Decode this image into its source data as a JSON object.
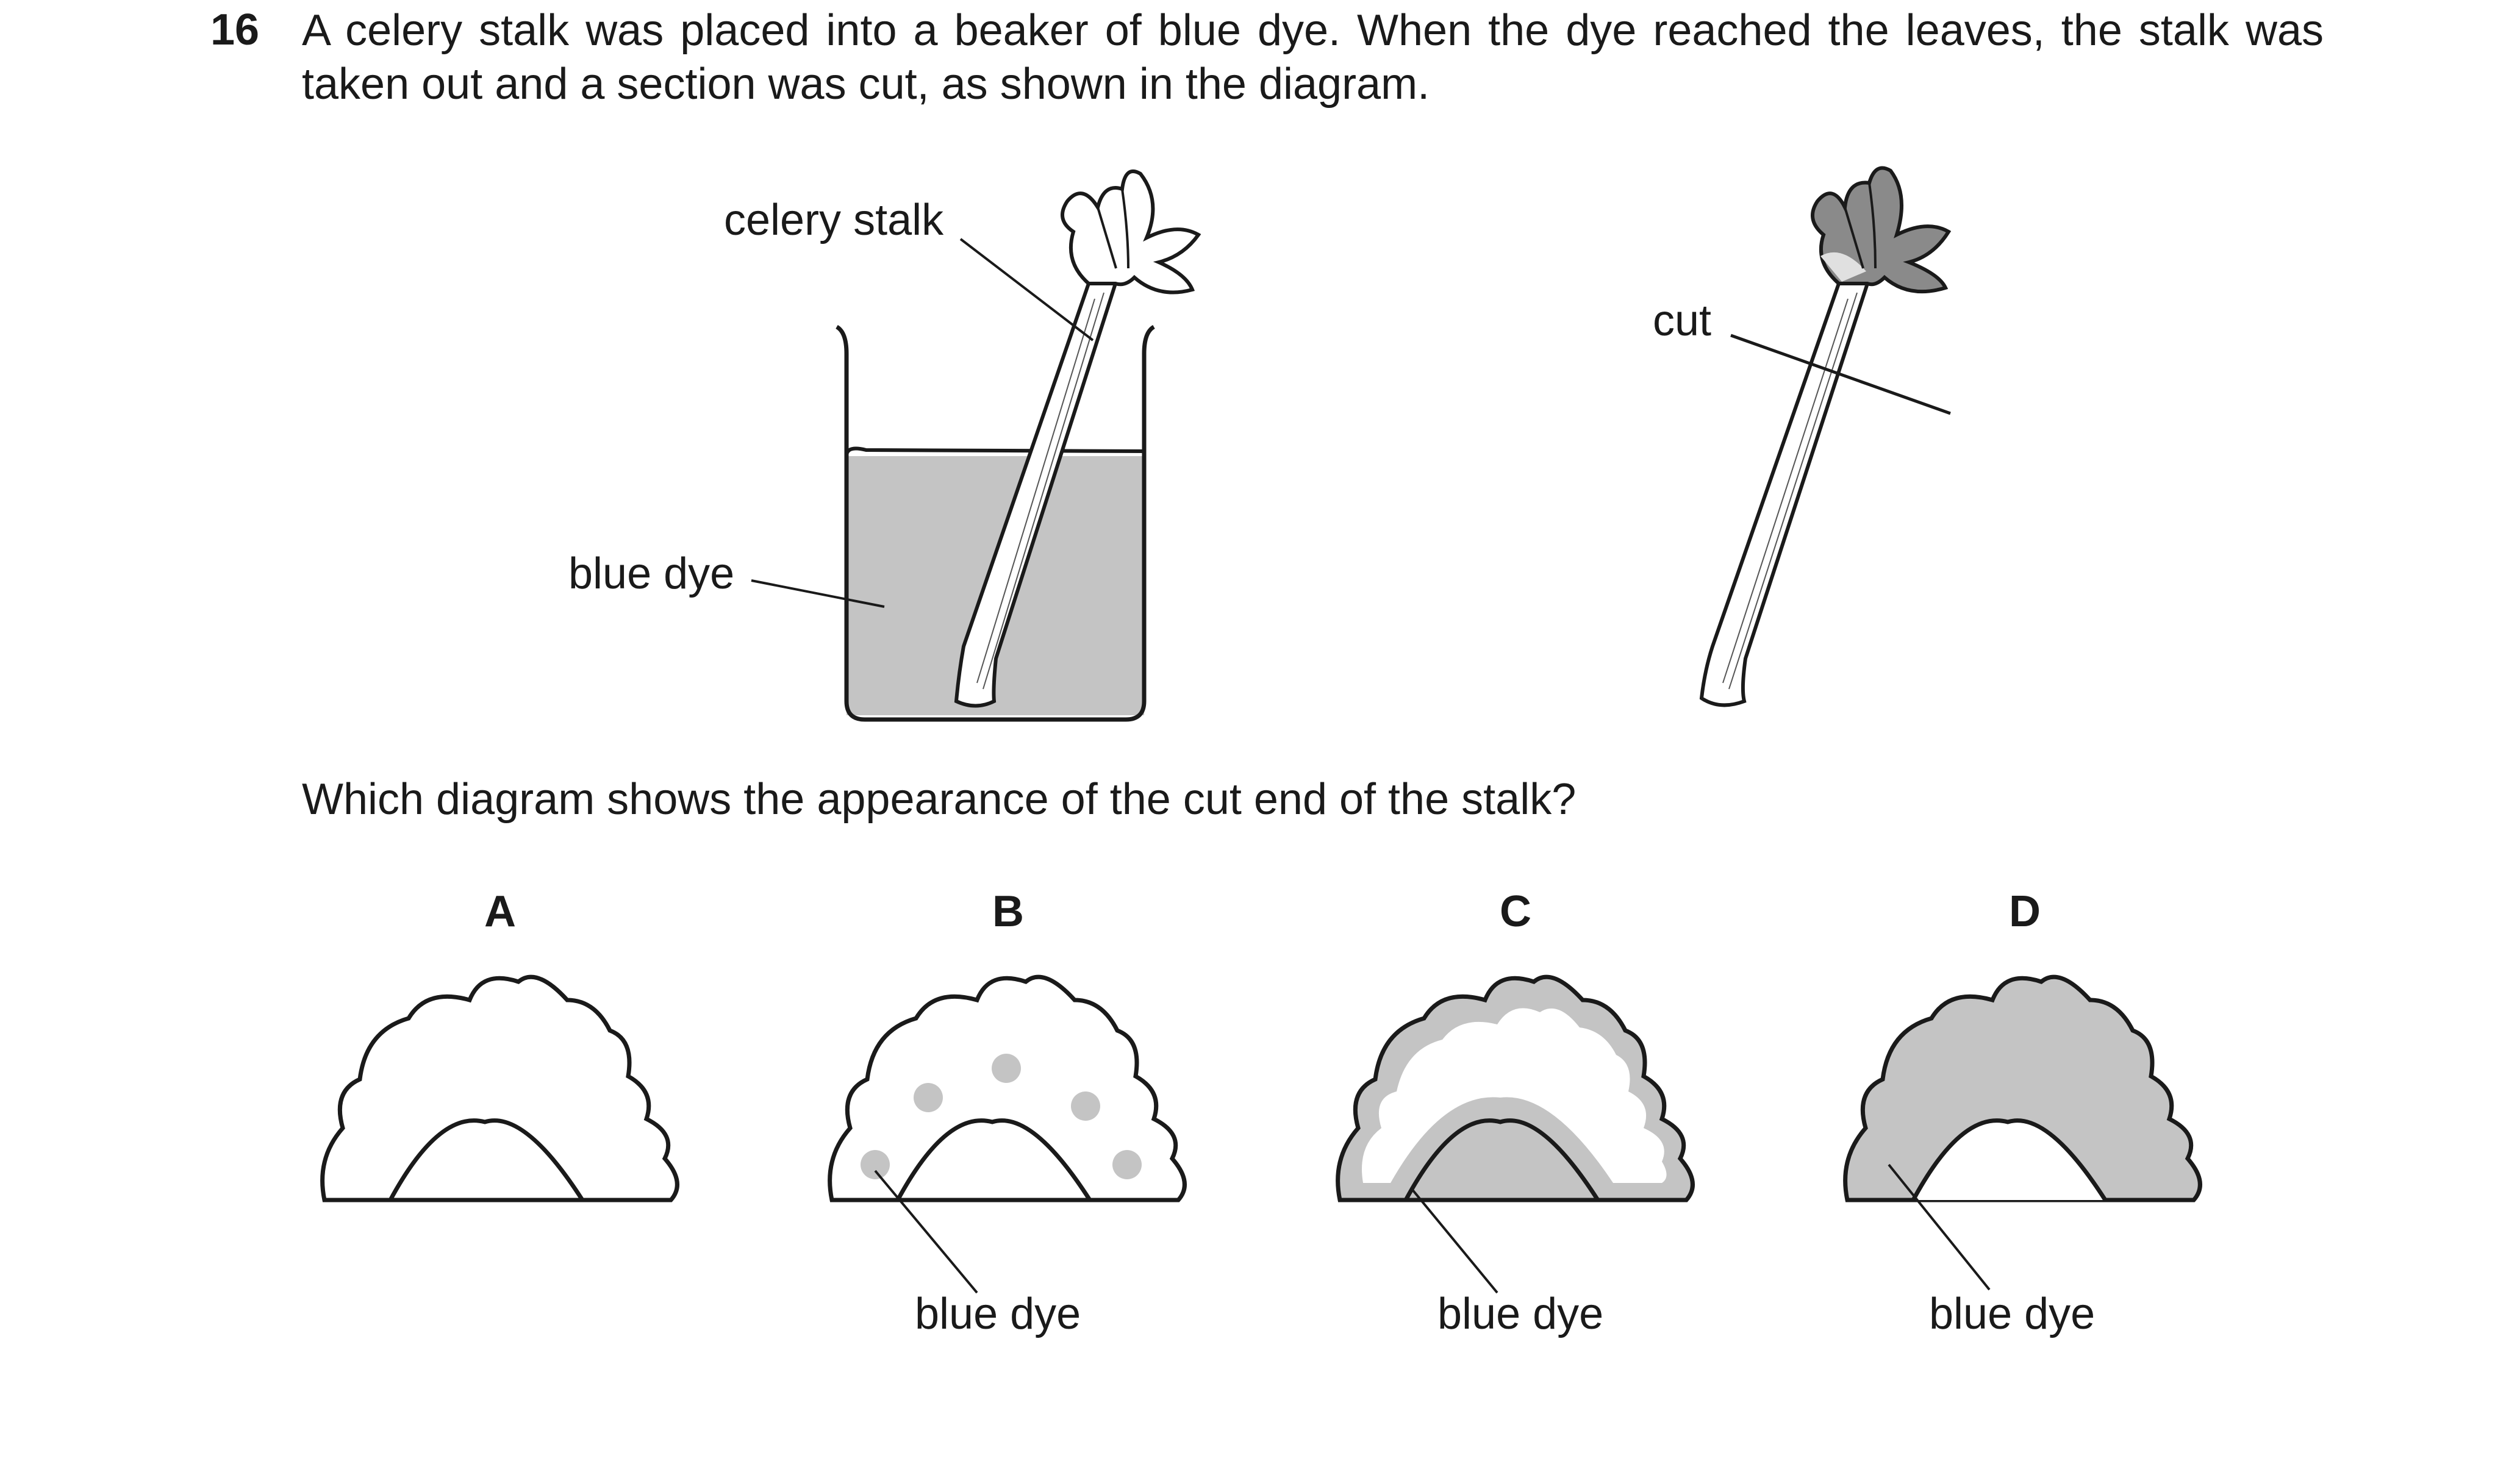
{
  "question": {
    "number": "16",
    "text": "A celery stalk was placed into a beaker of blue dye. When the dye reached the leaves, the stalk was taken out and a section was cut, as shown in the diagram.",
    "prompt": "Which diagram shows the appearance of the cut end of the stalk?"
  },
  "diagram": {
    "celery_label": "celery stalk",
    "dye_label": "blue dye",
    "cut_label": "cut"
  },
  "options": [
    {
      "letter": "A",
      "label": ""
    },
    {
      "letter": "B",
      "label": "blue dye"
    },
    {
      "letter": "C",
      "label": "blue dye"
    },
    {
      "letter": "D",
      "label": "blue dye"
    }
  ],
  "colors": {
    "ink": "#1a1a1a",
    "dye_grey": "#c4c4c4",
    "leaf_dark": "#777777"
  }
}
